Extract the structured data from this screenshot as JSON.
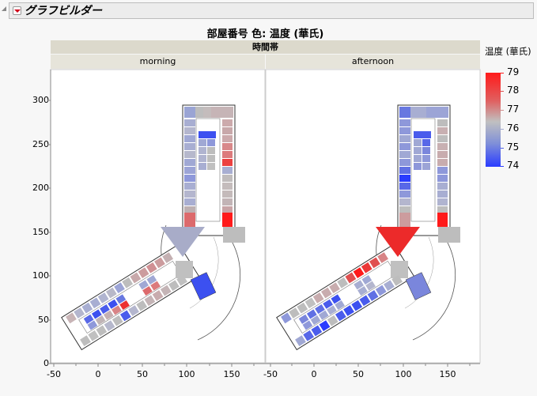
{
  "outline": {
    "title": "グラフビルダー"
  },
  "graph": {
    "title": "部屋番号 色: 温度 (華氏)",
    "group_header": "時間帯",
    "panels": [
      {
        "label": "morning"
      },
      {
        "label": "afternoon"
      }
    ]
  },
  "legend": {
    "title": "温度 (華氏)",
    "ticks": [
      "79",
      "78",
      "77",
      "76",
      "75",
      "74"
    ],
    "colors": {
      "high": "#ff1a1a",
      "mid": "#c0c0c0",
      "low": "#2a3cff"
    }
  },
  "axes": {
    "y_ticks": [
      "300",
      "250",
      "200",
      "150",
      "100",
      "50",
      "0"
    ],
    "x_ticks": [
      "-50",
      "0",
      "50",
      "100",
      "150"
    ]
  },
  "chart_data": {
    "type": "heatmap",
    "title": "部屋番号 色: 温度 (華氏)",
    "subtitle": "時間帯",
    "panels": [
      "morning",
      "afternoon"
    ],
    "xlabel": "",
    "ylabel": "",
    "xlim": [
      -50,
      170
    ],
    "ylim": [
      0,
      330
    ],
    "x_ticks": [
      -50,
      0,
      50,
      100,
      150
    ],
    "y_ticks": [
      0,
      50,
      100,
      150,
      200,
      250,
      300
    ],
    "color_scale": {
      "variable": "温度 (華氏)",
      "min": 74,
      "max": 79,
      "low_color": "#2a3cff",
      "mid_color": "#c0c0c0",
      "high_color": "#ff1a1a"
    },
    "description": "Floor-plan map of rooms (部屋番号) colored by temperature for morning and afternoon. Morning: north wing mostly blue-grey on left, reddish on right, red room near bottom right (~79), blue room at SE (~74). Afternoon: central triangle red (~79), north wing mostly blue, south-west wing blue on lower corridor, red rooms along upper corridor."
  }
}
